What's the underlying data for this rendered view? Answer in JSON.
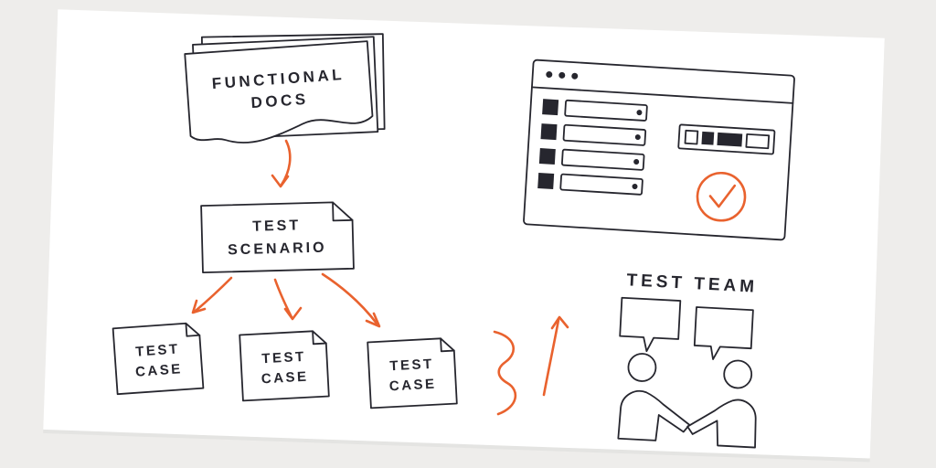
{
  "colors": {
    "bg": "#eeedeb",
    "sheet": "#ffffff",
    "ink": "#26262e",
    "accent": "#e9622e"
  },
  "diagram": {
    "functional_docs": {
      "line1": "FUNCTIONAL",
      "line2": "DOCS"
    },
    "test_scenario": {
      "line1": "TEST",
      "line2": "SCENARIO"
    },
    "test_cases": [
      {
        "line1": "TEST",
        "line2": "CASE"
      },
      {
        "line1": "TEST",
        "line2": "CASE"
      },
      {
        "line1": "TEST",
        "line2": "CASE"
      }
    ],
    "test_team_label": "TEST TEAM"
  }
}
